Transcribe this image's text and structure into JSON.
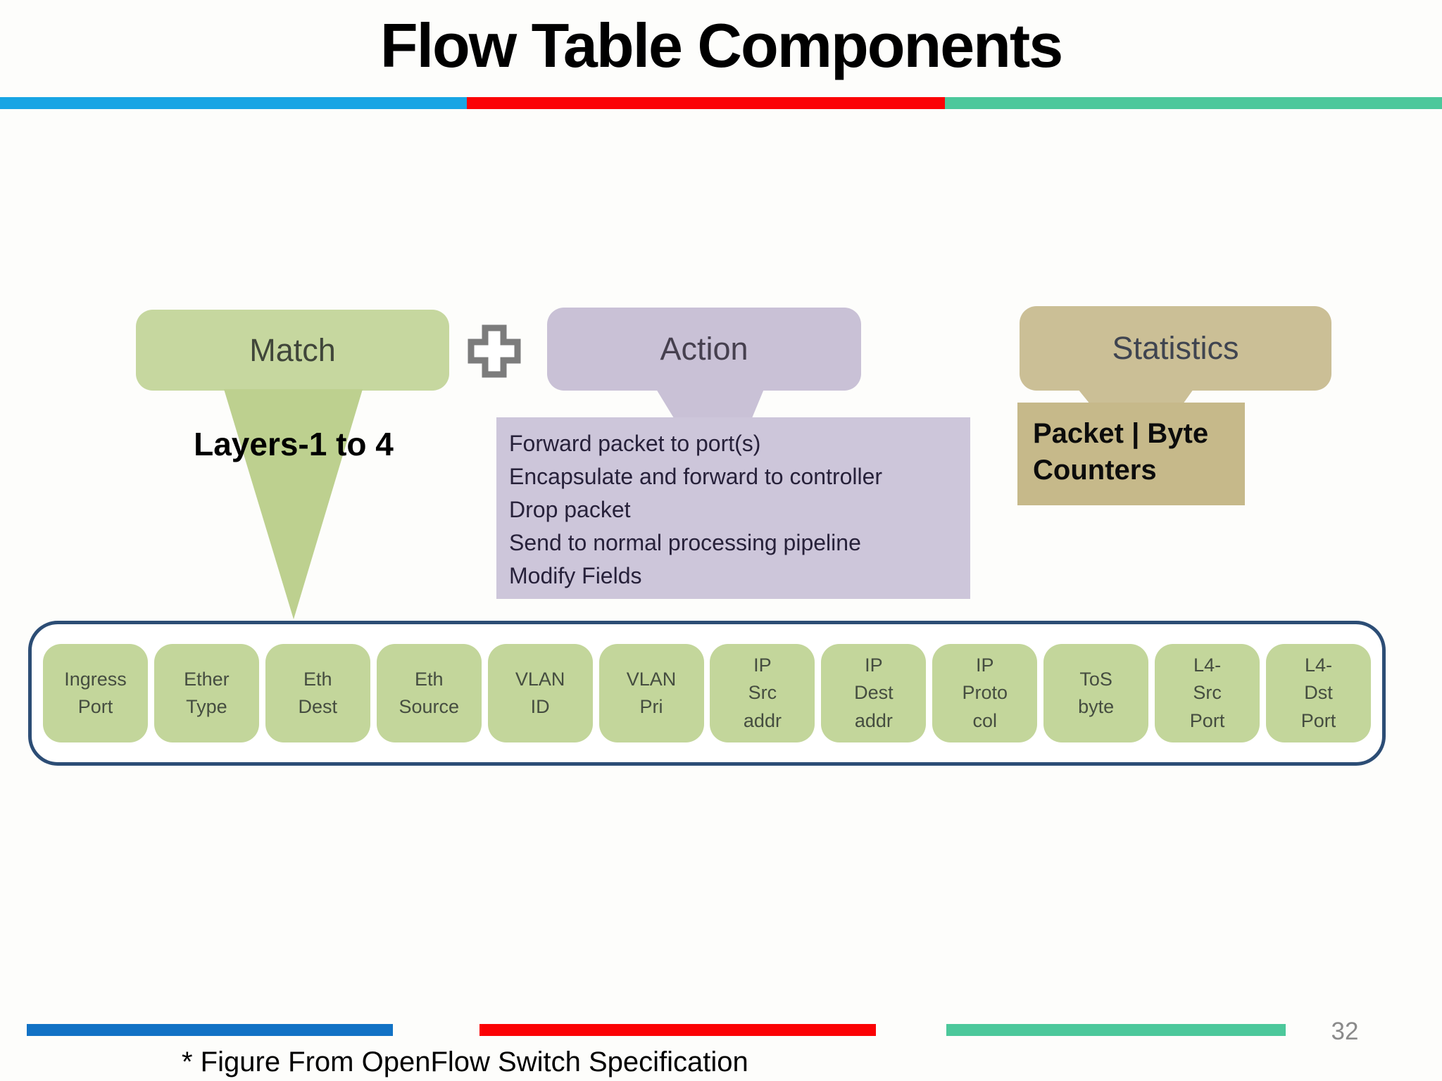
{
  "slide": {
    "title": "Flow Table Components",
    "footnote": "* Figure From OpenFlow Switch Specification",
    "page_number": "32"
  },
  "colors": {
    "top_blue": "#18a5e4",
    "accent_red": "#fb0205",
    "accent_green": "#4cc89b",
    "bottom_blue": "#1272c5",
    "match_green": "#c6d79f",
    "triangle_green": "#bdd08f",
    "action_purple": "#c9c1d6",
    "action_body_purple": "#cdc6da",
    "stats_tan": "#cbbf96",
    "counters_tan": "#c6b98a",
    "cell_green": "#c3d69b",
    "table_border_navy": "#2c4d75",
    "plus_gray": "#7c7c7c"
  },
  "diagram": {
    "match": {
      "label": "Match",
      "sublabel": "Layers-1 to 4"
    },
    "plus_icon": "plus",
    "action": {
      "label": "Action",
      "items": [
        "Forward packet to port(s)",
        "Encapsulate and forward to controller",
        "Drop packet",
        "Send to normal processing pipeline",
        "Modify Fields"
      ]
    },
    "statistics": {
      "label": "Statistics",
      "counters": "Packet | Byte\nCounters"
    },
    "flow_table": {
      "fields": [
        "Ingress\nPort",
        "Ether\nType",
        "Eth\nDest",
        "Eth\nSource",
        "VLAN\nID",
        "VLAN\nPri",
        "IP\nSrc\naddr",
        "IP\nDest\naddr",
        "IP\nProto\ncol",
        "ToS\nbyte",
        "L4-\nSrc\nPort",
        "L4-\nDst\nPort"
      ]
    }
  }
}
